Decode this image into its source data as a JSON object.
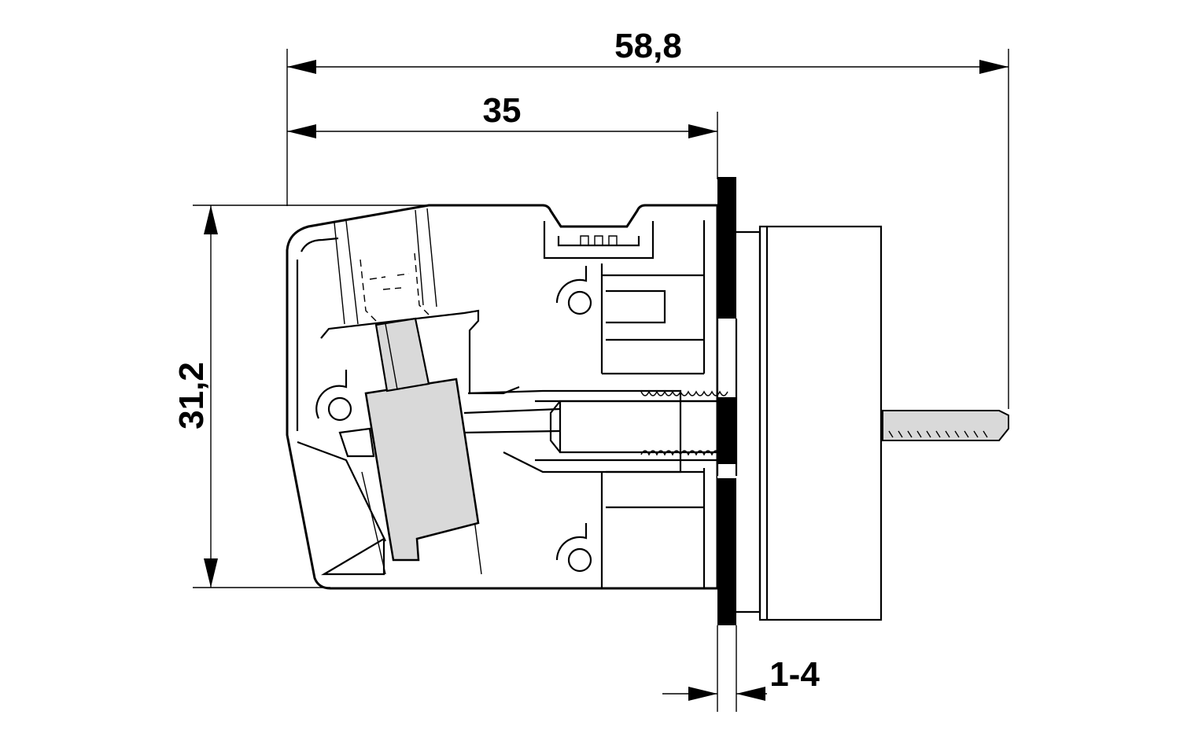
{
  "dimensions": {
    "overall_length": "58,8",
    "body_length": "35",
    "height": "31,2",
    "panel_thickness": "1-4"
  },
  "colors": {
    "line": "#000000",
    "contact_fill": "#d9d9d9",
    "panel_fill": "#000000",
    "background": "#ffffff"
  }
}
